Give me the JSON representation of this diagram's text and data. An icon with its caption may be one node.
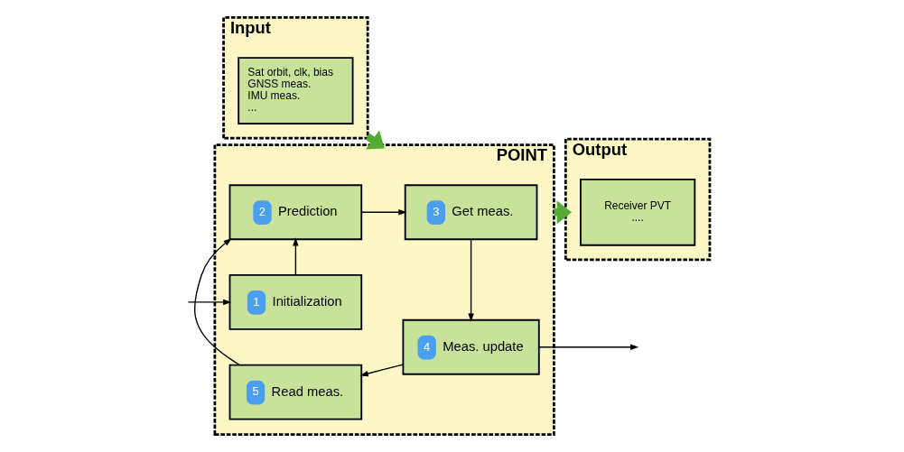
{
  "diagram": {
    "nodes": [
      {
        "text": [
          "Input"
        ]
      },
      {
        "text": [
          "Sat orbit, clk, bias",
          "GNSS meas.",
          "IMU meas.",
          "..."
        ],
        "in": 0
      },
      {
        "text": [
          "POINT"
        ]
      },
      {
        "text": [
          "1",
          "Initialization"
        ],
        "in": 2
      },
      {
        "text": [
          "2",
          "Prediction"
        ],
        "in": 2
      },
      {
        "text": [
          "3",
          "Get meas."
        ],
        "in": 2
      },
      {
        "text": [
          "4",
          "Meas. update"
        ],
        "in": 2
      },
      {
        "text": [
          "5",
          "Read meas."
        ],
        "in": 2
      },
      {
        "text": [
          "Output"
        ]
      },
      {
        "text": [
          "Receiver PVT",
          "...."
        ],
        "in": 8
      }
    ],
    "edges": [
      {
        "from": 0,
        "to": 2,
        "arrow": "to",
        "style": "thick",
        "color": "#55aa33"
      },
      {
        "from": null,
        "to": 3,
        "arrow": "to"
      },
      {
        "from": 3,
        "to": 4,
        "arrow": "to"
      },
      {
        "from": 4,
        "to": 5,
        "arrow": "to"
      },
      {
        "from": 5,
        "to": 6,
        "arrow": "to"
      },
      {
        "from": 6,
        "to": 7,
        "arrow": "to"
      },
      {
        "from": 7,
        "to": 4,
        "arrow": "to"
      },
      {
        "from": 6,
        "to": null,
        "arrow": "to"
      },
      {
        "from": 2,
        "to": 8,
        "arrow": "to",
        "style": "thick",
        "color": "#55aa33"
      }
    ]
  }
}
